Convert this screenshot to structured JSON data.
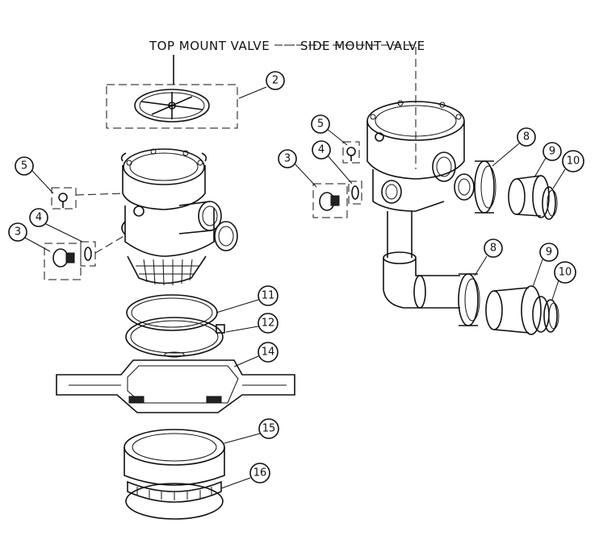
{
  "headings": {
    "top_mount": "TOP MOUNT VALVE",
    "side_mount": "SIDE MOUNT VALVE"
  },
  "callouts": {
    "top_mount": {
      "c2": "2",
      "c5": "5",
      "c4": "4",
      "c3": "3",
      "c11": "11",
      "c12": "12",
      "c14": "14",
      "c15": "15",
      "c16": "16"
    },
    "side_mount": {
      "c5": "5",
      "c4": "4",
      "c3": "3",
      "c8a": "8",
      "c9a": "9",
      "c10a": "10",
      "c8b": "8",
      "c9b": "9",
      "c10b": "10"
    }
  }
}
